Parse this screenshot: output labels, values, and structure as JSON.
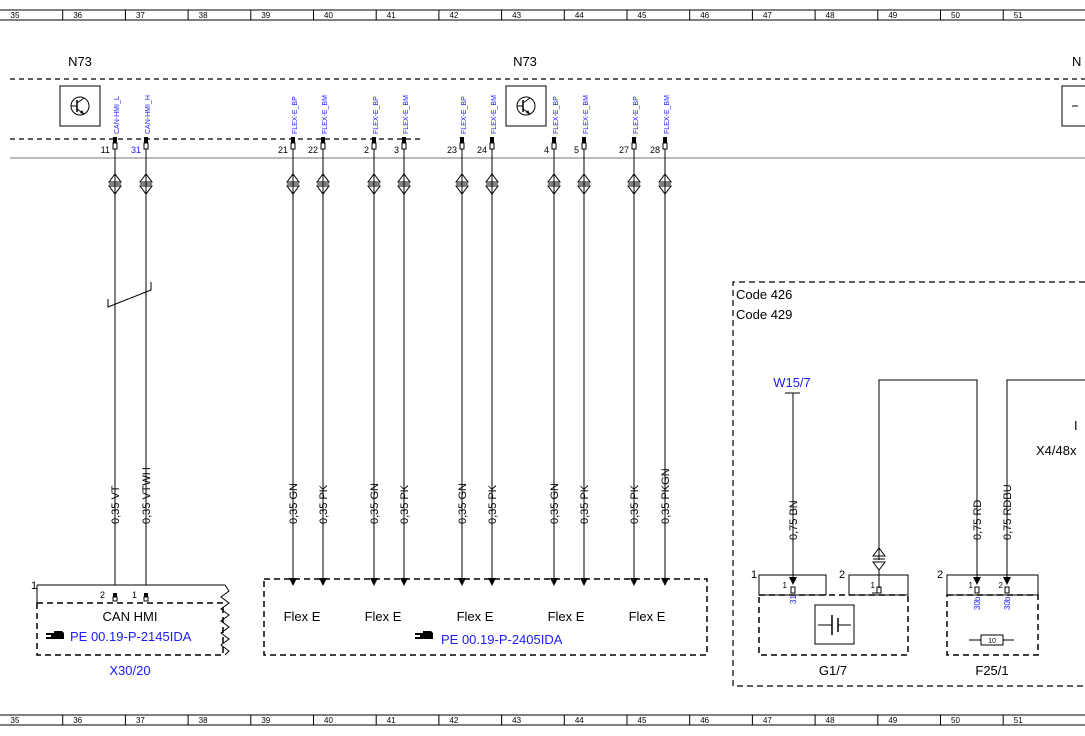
{
  "ruler": {
    "columns": [
      "35",
      "36",
      "37",
      "38",
      "39",
      "40",
      "41",
      "42",
      "43",
      "44",
      "45",
      "46",
      "47",
      "48",
      "49",
      "50",
      "51"
    ]
  },
  "modules": {
    "n73_left": "N73",
    "n73_mid": "N73",
    "n73_right": "N"
  },
  "pins": [
    {
      "num": "11",
      "label": "CAN-HMI_L",
      "wire": "0,35 VT"
    },
    {
      "num": "31",
      "label": "CAN-HMI_H",
      "wire": "0,35 VTWH"
    },
    {
      "num": "21",
      "label": "FLEX-E_BP",
      "wire": "0,35 GN"
    },
    {
      "num": "22",
      "label": "FLEX-E_BM",
      "wire": "0,35 PK"
    },
    {
      "num": "2",
      "label": "FLEX-E_BP",
      "wire": "0,35 GN"
    },
    {
      "num": "3",
      "label": "FLEX-E_BM",
      "wire": "0,35 PK"
    },
    {
      "num": "23",
      "label": "FLEX-E_BP",
      "wire": "0,35 GN"
    },
    {
      "num": "24",
      "label": "FLEX-E_BM",
      "wire": "0,35 PK"
    },
    {
      "num": "4",
      "label": "FLEX-E_BP",
      "wire": "0,35 GN"
    },
    {
      "num": "5",
      "label": "FLEX-E_BM",
      "wire": "0,35 PK"
    },
    {
      "num": "27",
      "label": "FLEX-E_BP",
      "wire": "0,35 PK"
    },
    {
      "num": "28",
      "label": "FLEX-E_BM",
      "wire": "0,35 PKGN"
    }
  ],
  "can_box": {
    "corner": "1",
    "pin_a": "2",
    "pin_b": "1",
    "title": "CAN HMI",
    "ref": "PE 00.19-P-2145IDA",
    "name": "X30/20"
  },
  "flex_box": {
    "labels": [
      "Flex E",
      "Flex E",
      "Flex E",
      "Flex E",
      "Flex E"
    ],
    "ref": "PE 00.19-P-2405IDA"
  },
  "code_box": {
    "code1": "Code 426",
    "code2": "Code 429",
    "w_label": "W15/7",
    "x_label": "X4/48x",
    "wire_bn": "0,75 BN",
    "wire_rd": "0,75 RD",
    "wire_rdbu": "0,75 RDBU",
    "g_corner": "1",
    "g_pin": "1",
    "g_pin_sub": "31",
    "g2_corner": "2",
    "g2_pin": "1",
    "g_name": "G1/7",
    "f_corner": "2",
    "f_pin1": "1",
    "f_pin2": "2",
    "f_sub1": "30b",
    "f_sub2": "30b",
    "fuse_value": "10",
    "f_name": "F25/1",
    "right_cut": "I"
  },
  "colors": {
    "ink": "#000000",
    "link": "#1a1aff",
    "wire_grey": "#555555"
  }
}
